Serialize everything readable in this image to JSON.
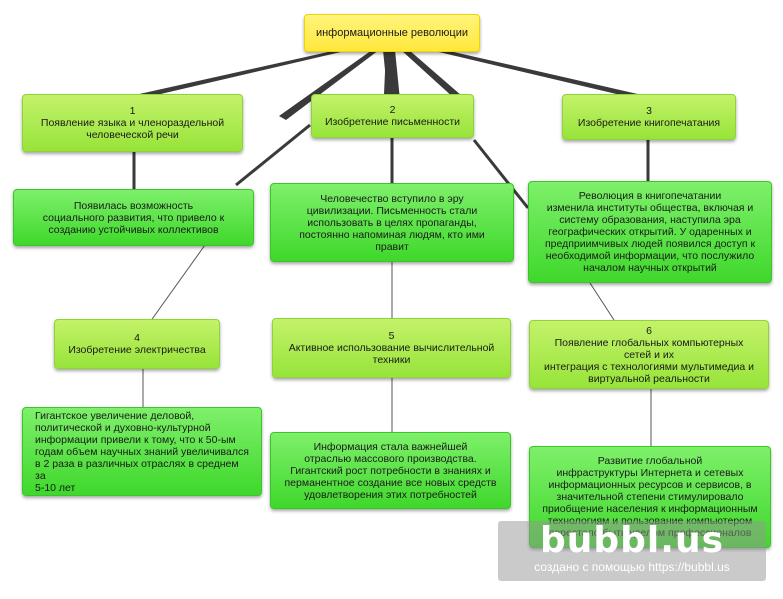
{
  "root": {
    "label": "информационные революции"
  },
  "revolutions": [
    {
      "number": "1",
      "title": "Появление языка и членораздельной\nчеловеческой речи",
      "description": "Появилась возможность\nсоциального развития, что привело к\nсозданию устойчивых коллективов"
    },
    {
      "number": "2",
      "title": "Изобретение письменности",
      "description": "Человечество вступило в эру\nцивилизации. Письменность стали\nиспользовать в целях пропаганды,\nпостоянно напоминая людям, кто ими\nправит"
    },
    {
      "number": "3",
      "title": "Изобретение книгопечатания",
      "description": "Революция в книгопечатании\nизменила институты общества, включая и\nсистему образования, наступила эра\nгеографических открытий. У одаренных и\nпредприимчивых людей появился доступ к\nнеобходимой информации, что послужило\nначалом научных открытий"
    },
    {
      "number": "4",
      "title": "Изобретение электричества",
      "description": "Гигантское увеличение деловой,\nполитической и духовно-культурной\nинформации привели к тому, что к  50-ым\nгодам объем научных знаний увеличивался\nв 2 раза в различных отраслях в среднем за\n5-10 лет"
    },
    {
      "number": "5",
      "title": "Активное использование вычислительной\nтехники",
      "description": "Информация стала важнейшей\nотраслью массового производства.\nГигантский рост потребности в знаниях и\nперманентное создание все новых средств\nудовлетворения этих потребностей"
    },
    {
      "number": "6",
      "title": "Появление глобальных компьютерных\nсетей и их\nинтеграция с технологиями мультимедиа и\nвиртуальной реальности",
      "description": "Развитие глобальной\nинфраструктуры Интернета и сетевых\nинформационных ресурсов и сервисов, в\nзначительной степени стимулировало\nприобщение населения к информационным\nтехнологиям и пользование компьютером\nперестало быть уделом профессионалов"
    }
  ],
  "watermark": {
    "logo": "bubbl.us",
    "caption": "создано с помощью https://bubbl.us"
  },
  "colors": {
    "root": "#ffe83c",
    "topic": "#b3ec52",
    "description": "#5ee44a",
    "connector": "#404040"
  }
}
